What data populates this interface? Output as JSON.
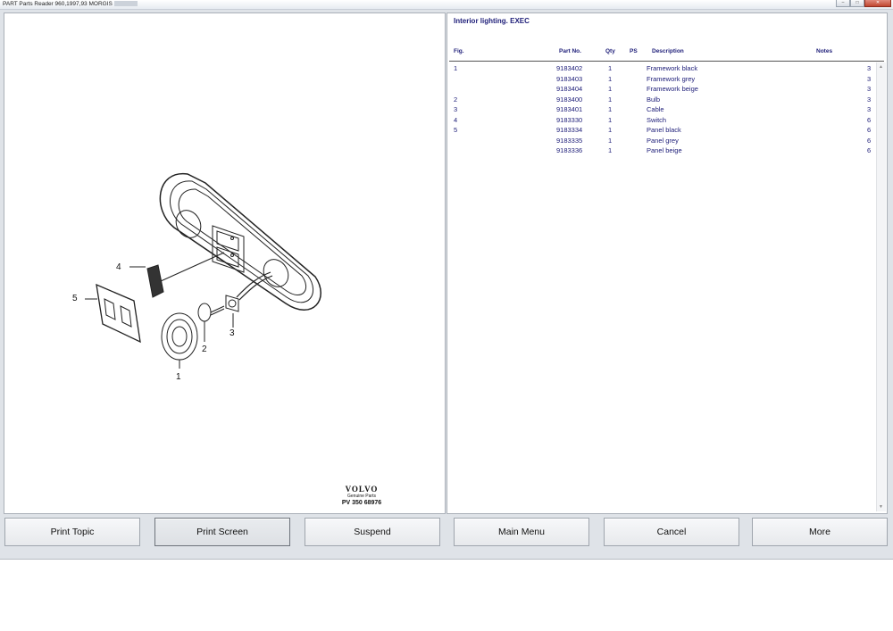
{
  "window": {
    "title": "PART Parts Reader 960,1997,93 MORGIS"
  },
  "diagram": {
    "labels": [
      "1",
      "2",
      "3",
      "4",
      "5"
    ],
    "logo": {
      "brand": "VOLVO",
      "subtitle": "Genuine Parts",
      "code": "PV 350 68976"
    }
  },
  "parts_list": {
    "title": "Interior lighting. EXEC",
    "headers": {
      "fig": "Fig.",
      "part_no": "Part No.",
      "qty": "Qty",
      "ps": "PS",
      "description": "Description",
      "notes": "Notes"
    },
    "rows": [
      {
        "fig": "1",
        "part_no": "9183402",
        "qty": "1",
        "ps": "",
        "description": "Framework black",
        "notes": "3"
      },
      {
        "fig": "",
        "part_no": "9183403",
        "qty": "1",
        "ps": "",
        "description": "Framework grey",
        "notes": "3"
      },
      {
        "fig": "",
        "part_no": "9183404",
        "qty": "1",
        "ps": "",
        "description": "Framework beige",
        "notes": "3"
      },
      {
        "fig": "2",
        "part_no": "9183400",
        "qty": "1",
        "ps": "",
        "description": "Bulb",
        "notes": "3"
      },
      {
        "fig": "3",
        "part_no": "9183401",
        "qty": "1",
        "ps": "",
        "description": "Cable",
        "notes": "3"
      },
      {
        "fig": "4",
        "part_no": "9183330",
        "qty": "1",
        "ps": "",
        "description": "Switch",
        "notes": "6"
      },
      {
        "fig": "5",
        "part_no": "9183334",
        "qty": "1",
        "ps": "",
        "description": "Panel black",
        "notes": "6"
      },
      {
        "fig": "",
        "part_no": "9183335",
        "qty": "1",
        "ps": "",
        "description": "Panel grey",
        "notes": "6"
      },
      {
        "fig": "",
        "part_no": "9183336",
        "qty": "1",
        "ps": "",
        "description": "Panel beige",
        "notes": "6"
      }
    ]
  },
  "buttons": {
    "print_topic": "Print Topic",
    "print_screen": "Print Screen",
    "suspend": "Suspend",
    "main_menu": "Main Menu",
    "cancel": "Cancel",
    "more": "More"
  },
  "colors": {
    "text_blue": "#20207a",
    "window_bg": "#dfe3e8"
  }
}
